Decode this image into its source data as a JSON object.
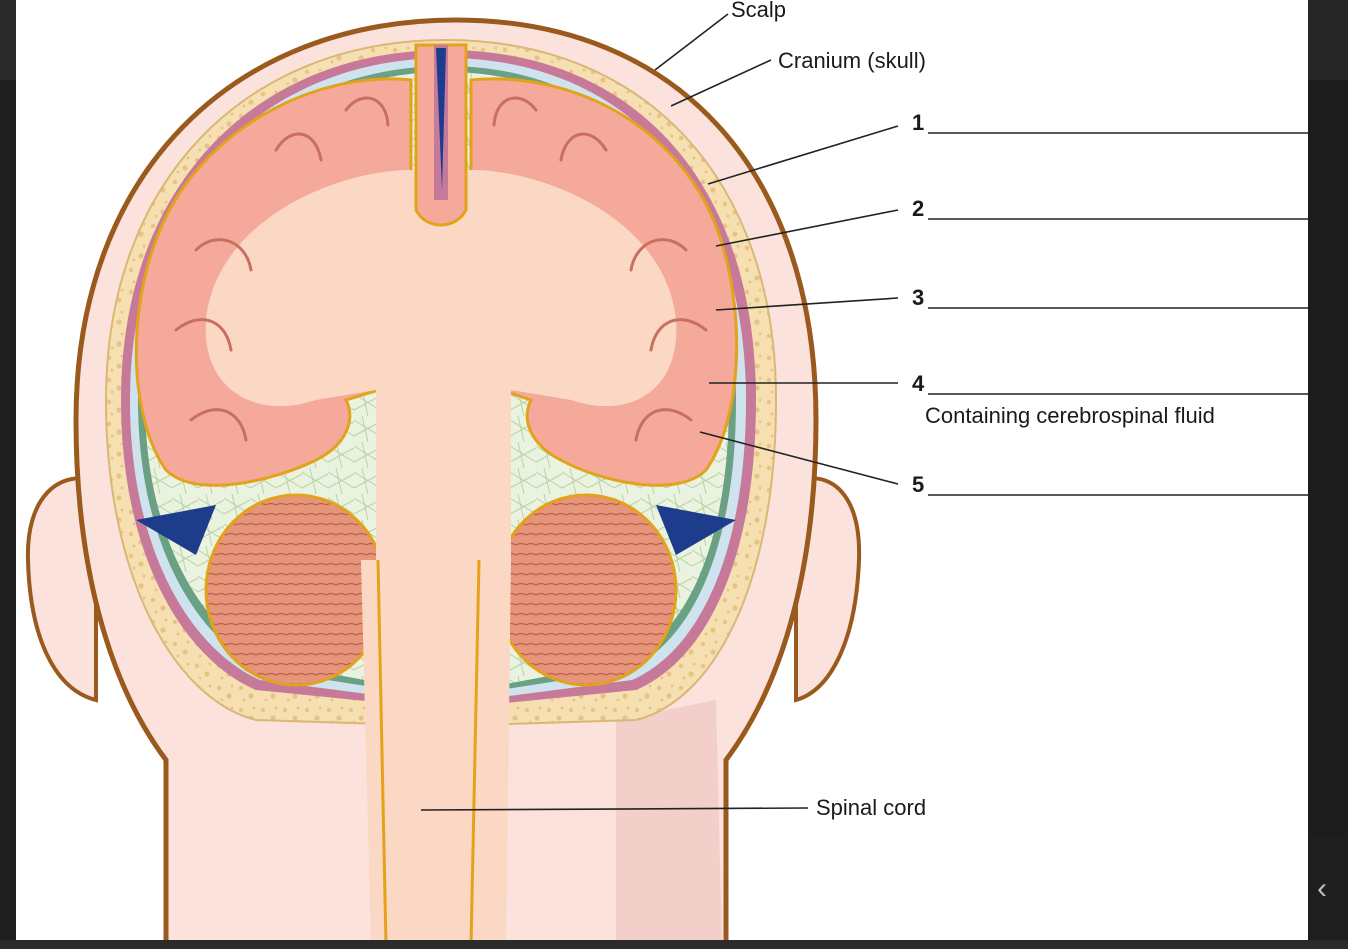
{
  "labels": {
    "scalp": "Scalp",
    "cranium": "Cranium (skull)",
    "n1": "1",
    "n2": "2",
    "n3": "3",
    "n4": "4",
    "n5": "5",
    "csf_note": "Containing cerebrospinal fluid",
    "spinal_cord": "Spinal cord"
  },
  "colors": {
    "skin": "#fbe2dc",
    "skin_shadow": "#f2cfc8",
    "head_outline": "#9a5a1e",
    "bone": "#f6dfb0",
    "bone_dots": "#e6c487",
    "dura": "#c7799a",
    "subdural": "#cfe3ee",
    "arachnoid": "#6aa084",
    "subarachnoid": "#eaf3e0",
    "pia": "#e2a21a",
    "cortex": "#f4a99a",
    "white_matter": "#fbd8c4",
    "sinus": "#1e3c8c",
    "cerebellum": "#e28d6e",
    "leader_line": "#222222"
  },
  "ui": {
    "chevron": "‹"
  }
}
